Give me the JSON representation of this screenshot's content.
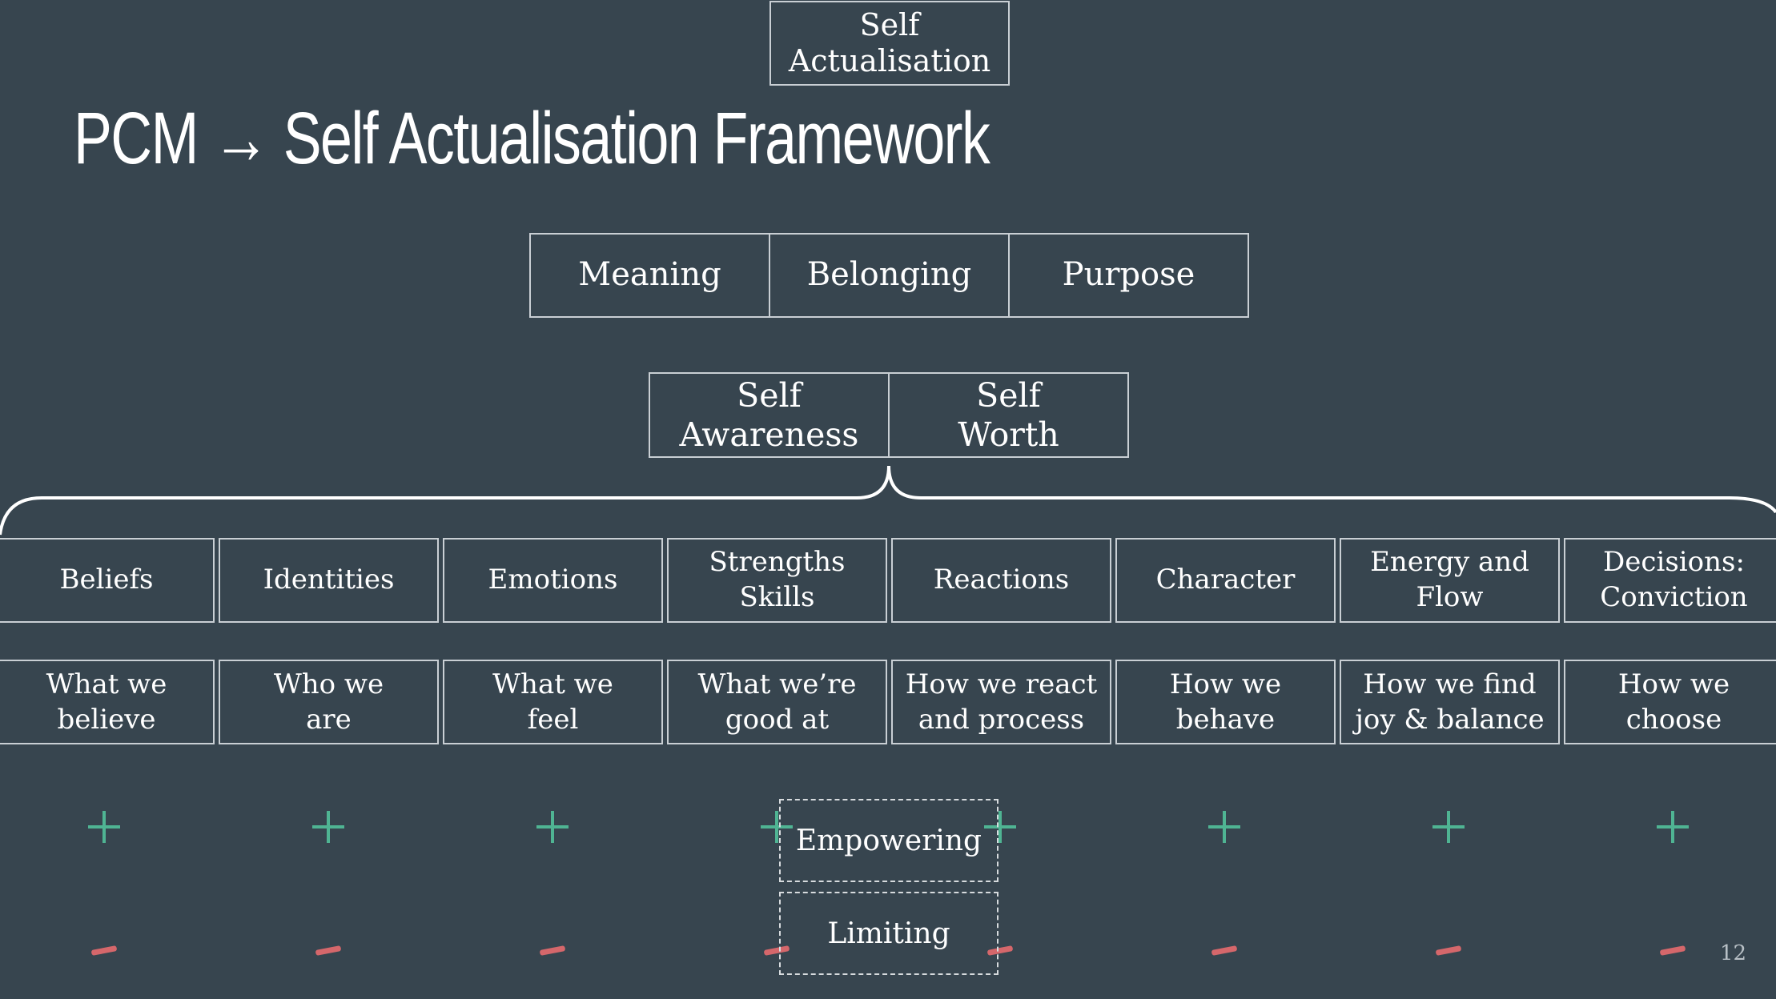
{
  "top_box": {
    "label": "Self\nActualisation"
  },
  "title": "PCM → Self Actualisation Framework",
  "tier1": [
    {
      "label": "Meaning"
    },
    {
      "label": "Belonging"
    },
    {
      "label": "Purpose"
    }
  ],
  "tier2": [
    {
      "label": "Self\nAwareness"
    },
    {
      "label": "Self\nWorth"
    }
  ],
  "categories": [
    {
      "label": "Beliefs",
      "description": "What we\nbelieve"
    },
    {
      "label": "Identities",
      "description": "Who we\nare"
    },
    {
      "label": "Emotions",
      "description": "What we\nfeel"
    },
    {
      "label": "Strengths\nSkills",
      "description": "What we’re\ngood at"
    },
    {
      "label": "Reactions",
      "description": "How we react\nand process"
    },
    {
      "label": "Character",
      "description": "How we\nbehave"
    },
    {
      "label": "Energy and\nFlow",
      "description": "How we find\njoy & balance"
    },
    {
      "label": "Decisions:\nConviction",
      "description": "How we\nchoose"
    }
  ],
  "legend": {
    "empowering": "Empowering",
    "limiting": "Limiting"
  },
  "colors": {
    "background": "#37454f",
    "plus": "#4fb493",
    "minus": "#d5676b",
    "border": "#c9cfd4"
  },
  "page_number": "12"
}
